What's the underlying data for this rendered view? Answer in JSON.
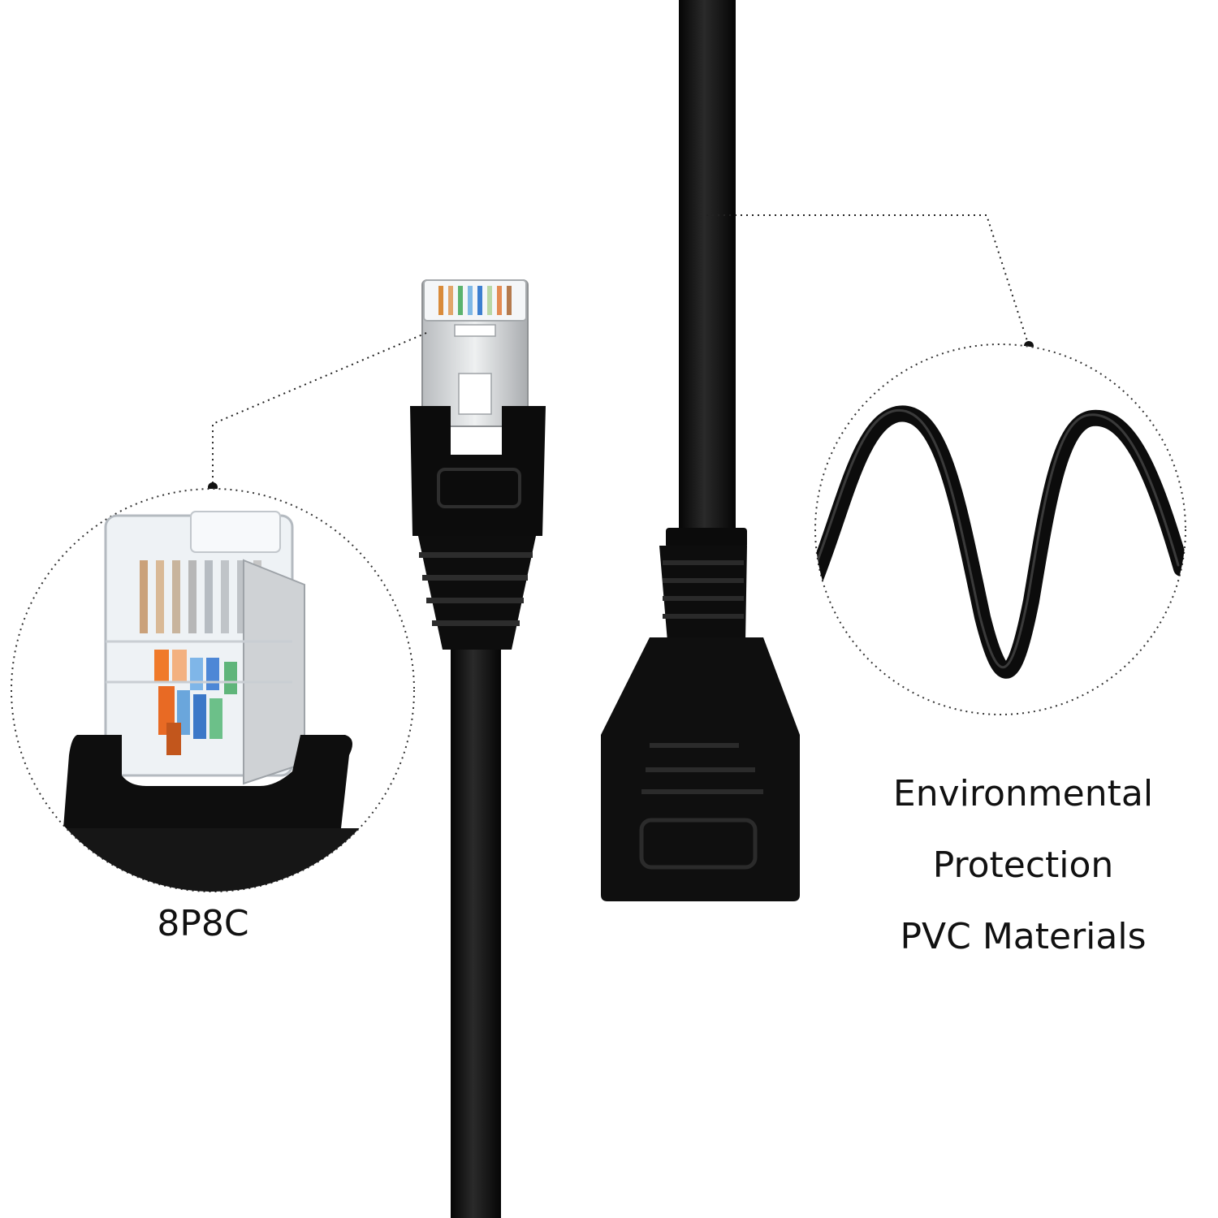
{
  "captions": {
    "connector_label": "8P8C",
    "material_line_1": "Environmental",
    "material_line_2": "Protection",
    "material_line_3": "PVC Materials"
  },
  "colors": {
    "background": "#ffffff",
    "cable": "#111111",
    "plastic_clear": "#e9eef2",
    "metal_shield": "#c9ccce",
    "dotted_line": "#222222"
  },
  "icons": {
    "male_plug": "rj45-male-plug",
    "female_jack": "rj45-female-jack",
    "zoom_left": "connector-closeup",
    "zoom_right": "coiled-cable-closeup"
  }
}
